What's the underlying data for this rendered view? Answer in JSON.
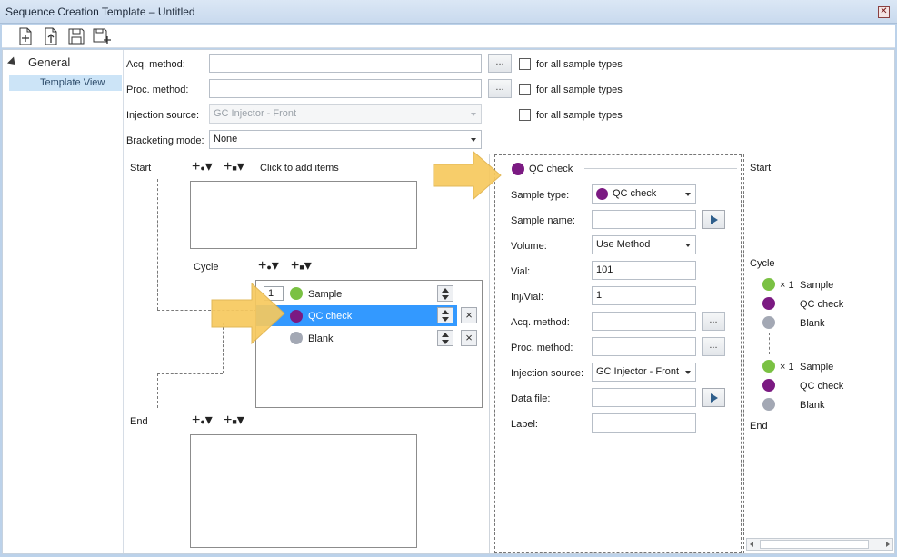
{
  "window": {
    "title": "Sequence Creation Template – Untitled",
    "close_glyph": "✕"
  },
  "toolbar": {
    "buttons": [
      {
        "name": "new-icon"
      },
      {
        "name": "open-icon"
      },
      {
        "name": "save-icon"
      },
      {
        "name": "save-as-icon"
      }
    ]
  },
  "nav": {
    "group_label": "General",
    "items": [
      {
        "label": "Template View"
      }
    ]
  },
  "form": {
    "acq_method_label": "Acq. method:",
    "acq_method_value": "",
    "proc_method_label": "Proc. method:",
    "proc_method_value": "",
    "injection_source_label": "Injection source:",
    "injection_source_value": "GC Injector - Front",
    "bracketing_label": "Bracketing mode:",
    "bracketing_value": "None",
    "ellipsis": "...",
    "for_all_label": "for all sample types"
  },
  "sequence": {
    "start_label": "Start",
    "click_to_add": "Click to add items",
    "cycle_label": "Cycle",
    "end_label": "End",
    "cycle_count": "1",
    "cycle_items": [
      {
        "label": "Sample",
        "color": "#7ac143"
      },
      {
        "label": "QC check",
        "color": "#7b1a82"
      },
      {
        "label": "Blank",
        "color": "#a3a8b4"
      }
    ],
    "selected_color": "#3399ff"
  },
  "detail": {
    "header": "QC check",
    "sample_type_label": "Sample type:",
    "sample_type_value": "QC check",
    "sample_name_label": "Sample name:",
    "sample_name_value": "",
    "volume_label": "Volume:",
    "volume_value": "Use Method",
    "vial_label": "Vial:",
    "vial_value": "101",
    "inj_vial_label": "Inj/Vial:",
    "inj_vial_value": "1",
    "acq_method_label": "Acq. method:",
    "proc_method_label": "Proc. method:",
    "injection_source_label": "Injection source:",
    "injection_source_value": "GC Injector - Front",
    "data_file_label": "Data file:",
    "label_label": "Label:",
    "ellipsis": "..."
  },
  "preview": {
    "start": "Start",
    "cycle": "Cycle",
    "end": "End",
    "multiplier": "× 1",
    "groups": [
      {
        "items": [
          {
            "label": "Sample"
          },
          {
            "label": "QC check"
          },
          {
            "label": "Blank"
          }
        ]
      },
      {
        "items": [
          {
            "label": "Sample"
          },
          {
            "label": "QC check"
          },
          {
            "label": "Blank"
          }
        ]
      }
    ]
  },
  "colors": {
    "highlight_arrow": "#f7c95e"
  }
}
